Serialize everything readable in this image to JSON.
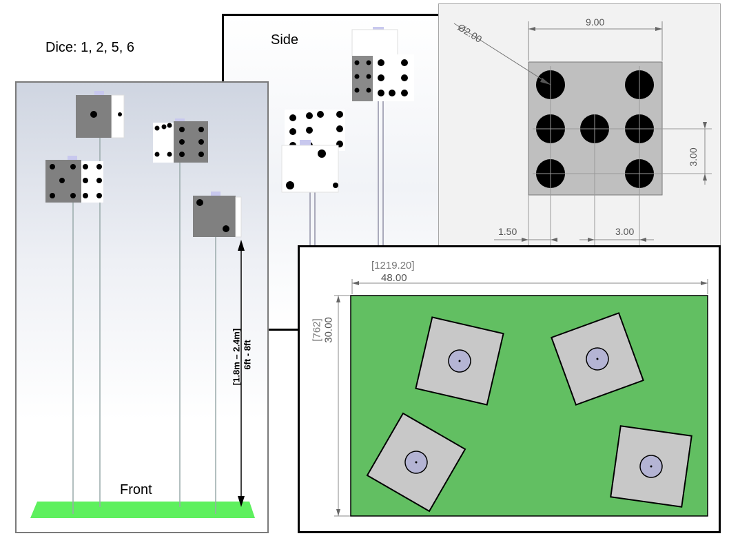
{
  "labels": {
    "dice_caption": "Dice: 1, 2, 5, 6",
    "side": "Side",
    "front": "Front",
    "height_metric": "[1.8m – 2.4m]",
    "height_imperial": "6ft - 8ft"
  },
  "pip_drawing": {
    "diameter": "Ø2.00",
    "width": "9.00",
    "pitch_vertical": "3.00",
    "margin": "1.50",
    "pitch_horizontal": "3.00"
  },
  "table_drawing": {
    "length_mm": "[1219.20]",
    "length_in": "48.00",
    "width_mm": "[762]",
    "width_in": "30.00"
  },
  "colors": {
    "floor_green": "#5ef05e",
    "table_green": "#62bf62",
    "die_gray": "#808080",
    "plate_gray": "#bfbfbf"
  }
}
